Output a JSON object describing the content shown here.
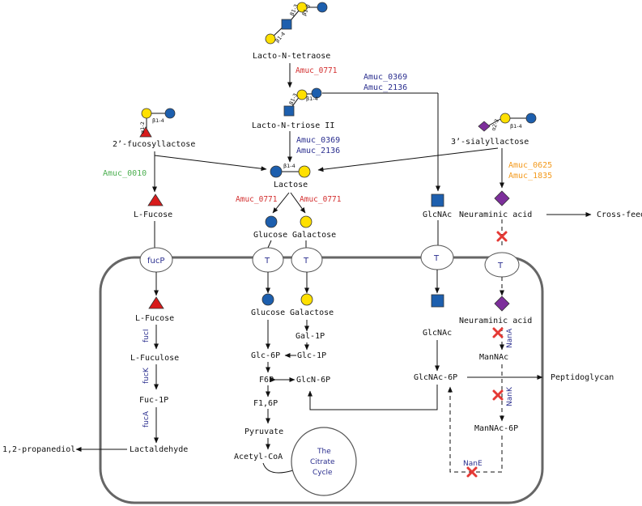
{
  "molecules": {
    "lnt": "Lacto-N-tetraose",
    "lntii": "Lacto-N-triose II",
    "fl": "2’-fucosyllactose",
    "sl": "3’-sialyllactose",
    "lactose": "Lactose",
    "lfucose_out": "L-Fucose",
    "glucose_out": "Glucose",
    "galactose_out": "Galactose",
    "glcnac_out": "GlcNAc",
    "neu_out": "Neuraminic acid",
    "cross_feeding": "Cross-feeding",
    "lfucose_in": "L-Fucose",
    "lfuculose": "L-Fuculose",
    "fuc1p": "Fuc-1P",
    "lactaldehyde": "Lactaldehyde",
    "propanediol": "1,2-propanediol",
    "glucose_in": "Glucose",
    "galactose_in": "Galactose",
    "gal1p": "Gal-1P",
    "glc6p": "Glc-6P",
    "glc1p": "Glc-1P",
    "f6p": "F6P",
    "glcn6p": "GlcN-6P",
    "f16p": "F1,6P",
    "pyruvate": "Pyruvate",
    "acetylcoa": "Acetyl-CoA",
    "glcnac_in": "GlcNAc",
    "glcnac6p": "GlcNAc-6P",
    "peptidoglycan": "Peptidoglycan",
    "neu_in": "Neuraminic acid",
    "mannac": "ManNAc",
    "mannac6p": "ManNAc-6P"
  },
  "enzymes": {
    "amuc0771_a": "Amuc_0771",
    "amuc0369_a": "Amuc_0369",
    "amuc2136_a": "Amuc_2136",
    "amuc0369_b": "Amuc_0369",
    "amuc2136_b": "Amuc_2136",
    "amuc0010": "Amuc_0010",
    "amuc0625": "Amuc_0625",
    "amuc1835": "Amuc_1835",
    "amuc0771_b": "Amuc_0771",
    "amuc0771_c": "Amuc_0771"
  },
  "genes": {
    "fucI": "fucI",
    "fucK": "fucK",
    "fucA": "fucA",
    "nanA": "NanA",
    "nanK": "NanK",
    "nanE": "NanE"
  },
  "transporters": {
    "fucP": "fucP",
    "t1": "T",
    "t2": "T",
    "t3": "T",
    "t4": "T"
  },
  "tca": {
    "line1": "The",
    "line2": "Citrate",
    "line3": "Cycle"
  },
  "linkages": {
    "lnt_b14": "β1-4",
    "lnt_b13a": "β1-3",
    "lnt_b13b": "β1-3",
    "lntii_b14": "β1-4",
    "lntii_b13": "β1-3",
    "fl_a12": "α1-2",
    "fl_b14": "β1-4",
    "sl_a23": "α2-3",
    "sl_b14": "β1-4",
    "lac_b14": "β1-4"
  },
  "colors": {
    "galactose": "#ffe000",
    "glucose": "#1d5fae",
    "glcnac": "#1d5fae",
    "fucose": "#d81b1b",
    "sialic": "#7d2f9b",
    "blocked": "#e53935"
  },
  "glyph_names": [
    "galactose-circle",
    "glucose-circle",
    "glcnac-square",
    "fucose-triangle",
    "neuraminic-diamond",
    "block-cross-icon"
  ]
}
